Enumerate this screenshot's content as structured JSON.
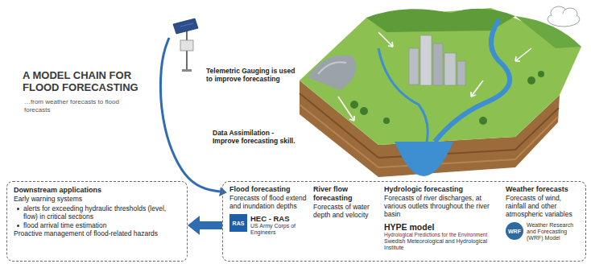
{
  "diagram": {
    "title": "A MODEL CHAIN FOR FLOOD FORECASTING",
    "nodes": [
      {
        "text": [
          "Downstream applications",
          "Early warning systems",
          "alerts for exceeding hydraulic thresholds (level, flow) in critical sections",
          "flood arrival time estimation",
          "Proactive management of flood-related hazards"
        ]
      },
      {
        "text": []
      },
      {
        "text": [
          "Flood forecasting",
          "Forecasts of flood extend and inundation depths",
          "RAS",
          "HEC - RAS",
          "US Army Corps of Engineers"
        ],
        "in": 1
      },
      {
        "text": [
          "River flow forecasting",
          "Forecasts of water depth and velocity"
        ],
        "in": 1
      },
      {
        "text": [
          "Hydrologic forecasting",
          "Forecasts of river discharges, at various outlets throughout the river basin",
          "HYPE model",
          "Hydrological Predictions for the Environment",
          "Swedish Meteorological and Hydrological Institute"
        ],
        "in": 1
      },
      {
        "text": [
          "Weather forecasts",
          "Forecasts of wind, rainfall and other atmospheric variables",
          "WRF",
          "Weather Research and Forecasting (WRF) Model"
        ],
        "in": 1
      },
      {
        "text": [
          "Telemetric Gauging is used to improve forecasting"
        ]
      }
    ],
    "edges": [
      {
        "from": 6,
        "to": 2,
        "arrow": "to",
        "label": "Data Assimilation -Improve forecasting skill."
      },
      {
        "from": 1,
        "to": 0,
        "arrow": "to"
      }
    ],
    "labels": [
      "…from weather forecasts to flood forecasts"
    ]
  }
}
